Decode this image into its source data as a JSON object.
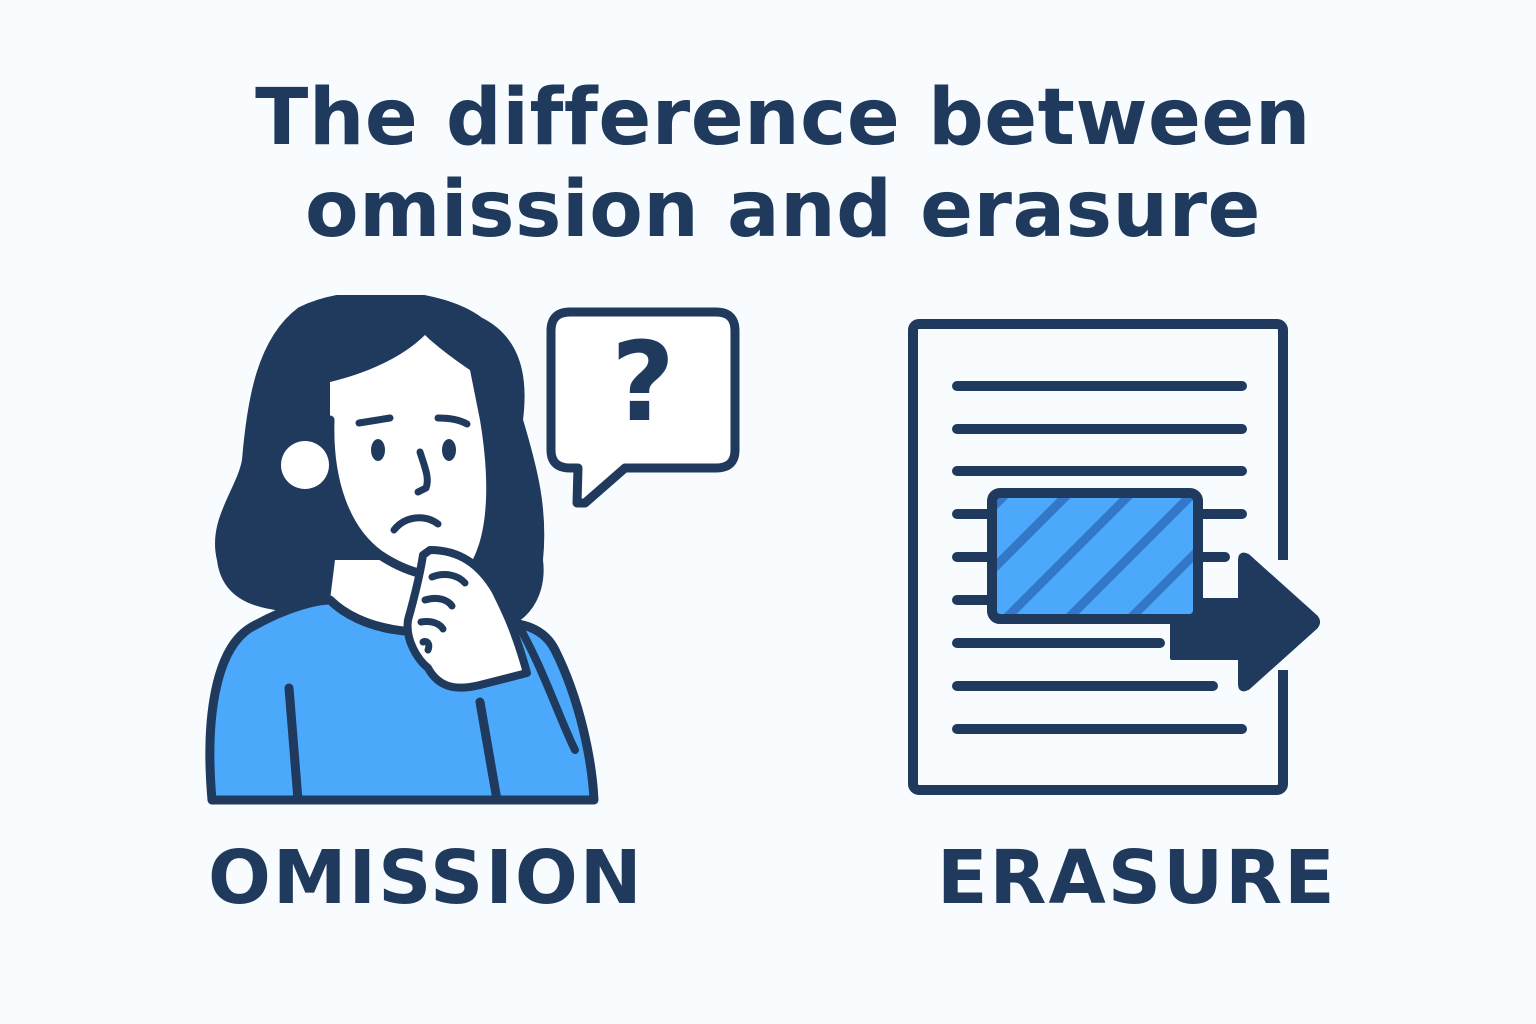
{
  "title": {
    "line1": "The difference between",
    "line2": "omission and erasure"
  },
  "panels": [
    {
      "id": "omission",
      "label": "OMISSION",
      "illustration": "thinking-woman-with-question-bubble",
      "bubble_text": "?"
    },
    {
      "id": "erasure",
      "label": "ERASURE",
      "illustration": "document-with-hatched-block-removed-by-arrow"
    }
  ],
  "colors": {
    "background": "#F8FCFE",
    "ink": "#1F3A5C",
    "accent_blue": "#4BA8FA",
    "hatch_blue": "#3378C8",
    "face": "#FFFFFF"
  }
}
